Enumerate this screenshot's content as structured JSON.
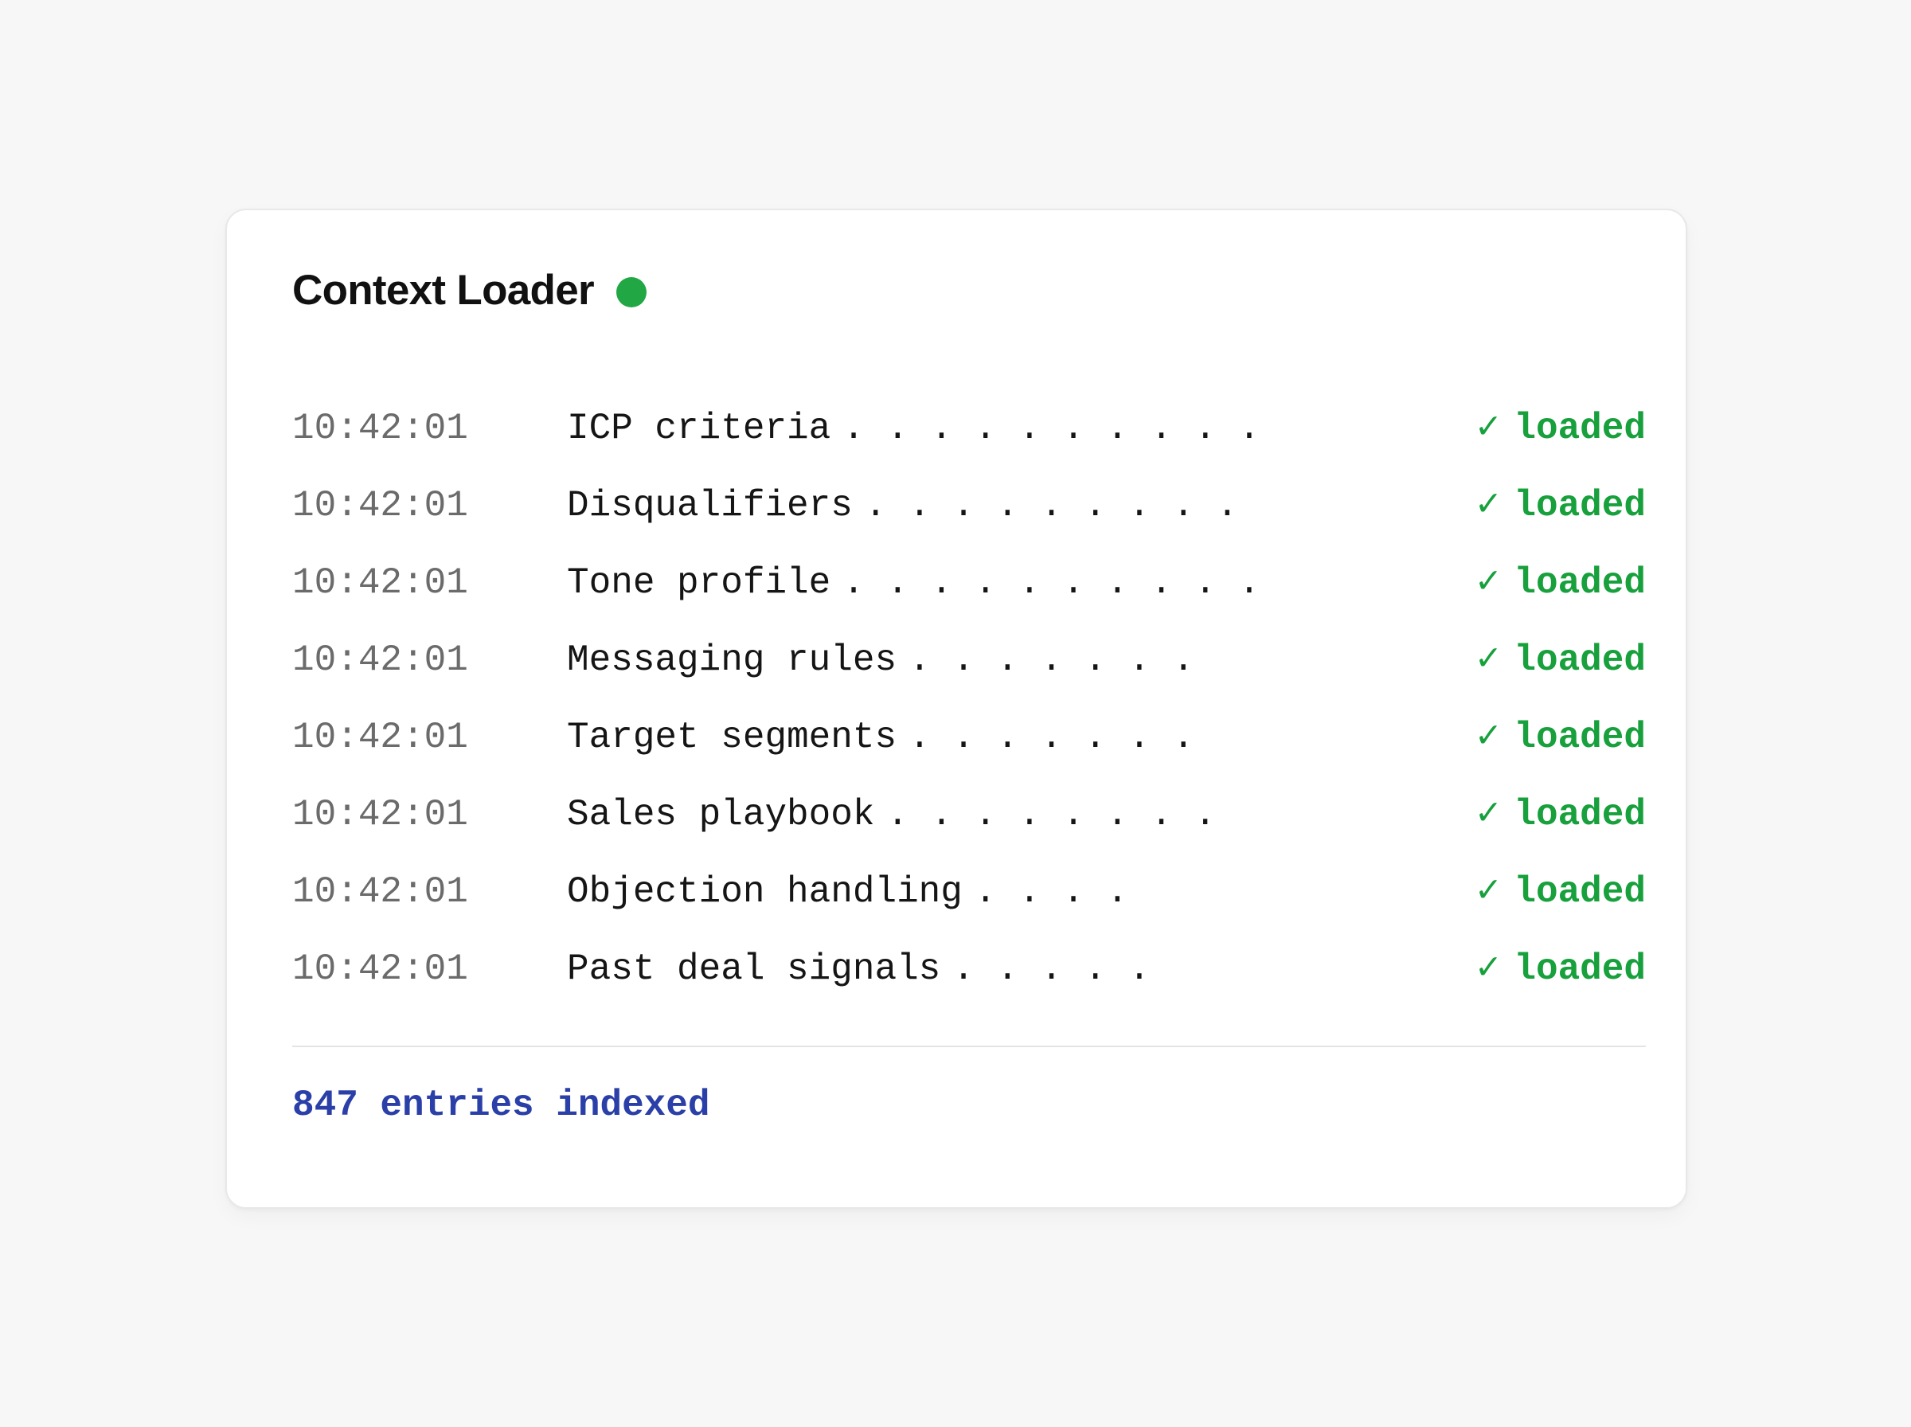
{
  "background_color": "#f7f7f7",
  "card": {
    "background_color": "#ffffff",
    "border_color": "#e8e8e8"
  },
  "header": {
    "title": "Context Loader",
    "status_dot": {
      "name": "status-dot",
      "color": "#22a745",
      "state": "online"
    }
  },
  "log": {
    "time_color": "#6b6b6b",
    "label_color": "#151515",
    "status_color": "#17a03c",
    "check_glyph": "✓",
    "rows": [
      {
        "time": "10:42:01",
        "label": "ICP criteria",
        "dots": ". . . . . . . . . .",
        "check": "✓",
        "status": "loaded"
      },
      {
        "time": "10:42:01",
        "label": "Disqualifiers",
        "dots": ". . . . . . . . .",
        "check": "✓",
        "status": "loaded"
      },
      {
        "time": "10:42:01",
        "label": "Tone profile",
        "dots": ". . . . . . . . . .",
        "check": "✓",
        "status": "loaded"
      },
      {
        "time": "10:42:01",
        "label": "Messaging rules",
        "dots": ". . . . . . .",
        "check": "✓",
        "status": "loaded"
      },
      {
        "time": "10:42:01",
        "label": "Target segments",
        "dots": ". . . . . . .",
        "check": "✓",
        "status": "loaded"
      },
      {
        "time": "10:42:01",
        "label": "Sales playbook",
        "dots": ". . . . . . . .",
        "check": "✓",
        "status": "loaded"
      },
      {
        "time": "10:42:01",
        "label": "Objection handling",
        "dots": ". . . .",
        "check": "✓",
        "status": "loaded"
      },
      {
        "time": "10:42:01",
        "label": "Past deal signals",
        "dots": ". . . . .",
        "check": "✓",
        "status": "loaded"
      }
    ]
  },
  "footer": {
    "summary": "847 entries indexed",
    "color": "#2b3fa8"
  }
}
